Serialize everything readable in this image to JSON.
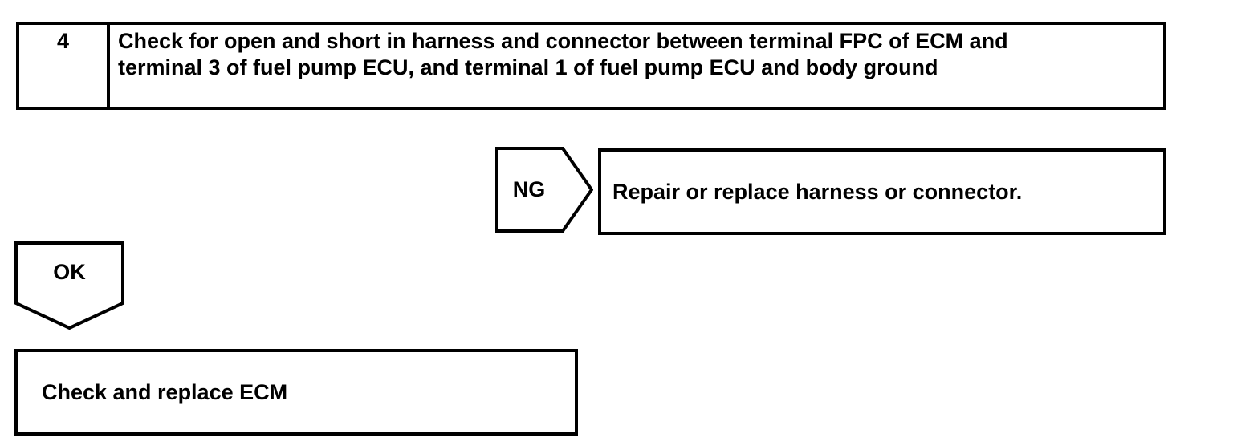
{
  "flowchart": {
    "step": {
      "number": "4",
      "instruction": "Check for open and short in harness and connector between terminal FPC of ECM and terminal 3 of fuel pump ECU, and terminal 1 of fuel pump ECU and body ground"
    },
    "ng": {
      "label": "NG",
      "action": "Repair or replace harness or connector."
    },
    "ok": {
      "label": "OK",
      "action": "Check and replace ECM"
    },
    "colors": {
      "ink": "#000000",
      "paper": "#ffffff"
    }
  }
}
